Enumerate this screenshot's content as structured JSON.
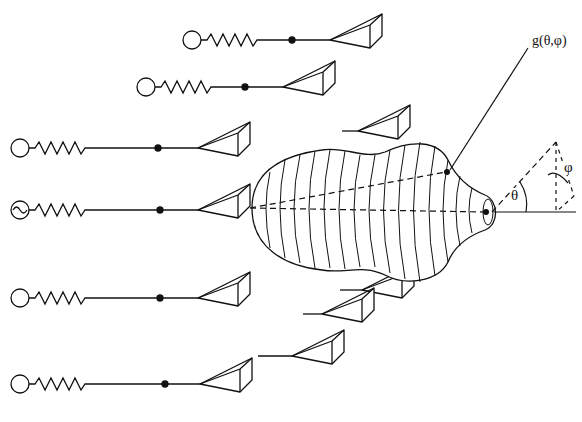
{
  "diagram": {
    "labels": [
      "g(θ,φ)",
      "θ",
      "φ"
    ]
  }
}
